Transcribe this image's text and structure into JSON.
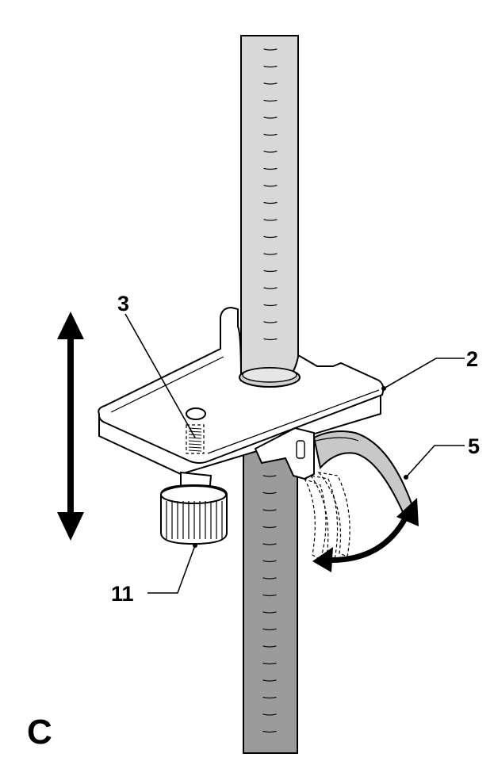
{
  "figure": {
    "panel_letter": "C",
    "callouts": [
      {
        "id": "clamp-plate",
        "label": "2"
      },
      {
        "id": "mounting-stud",
        "label": "3"
      },
      {
        "id": "lever",
        "label": "5"
      },
      {
        "id": "locking-knob",
        "label": "11"
      }
    ]
  },
  "colors": {
    "rod_upper": "#d8d8d8",
    "rod_lower": "#9b9b9b",
    "clamp_body": "#ffffff",
    "ink": "#000000"
  }
}
